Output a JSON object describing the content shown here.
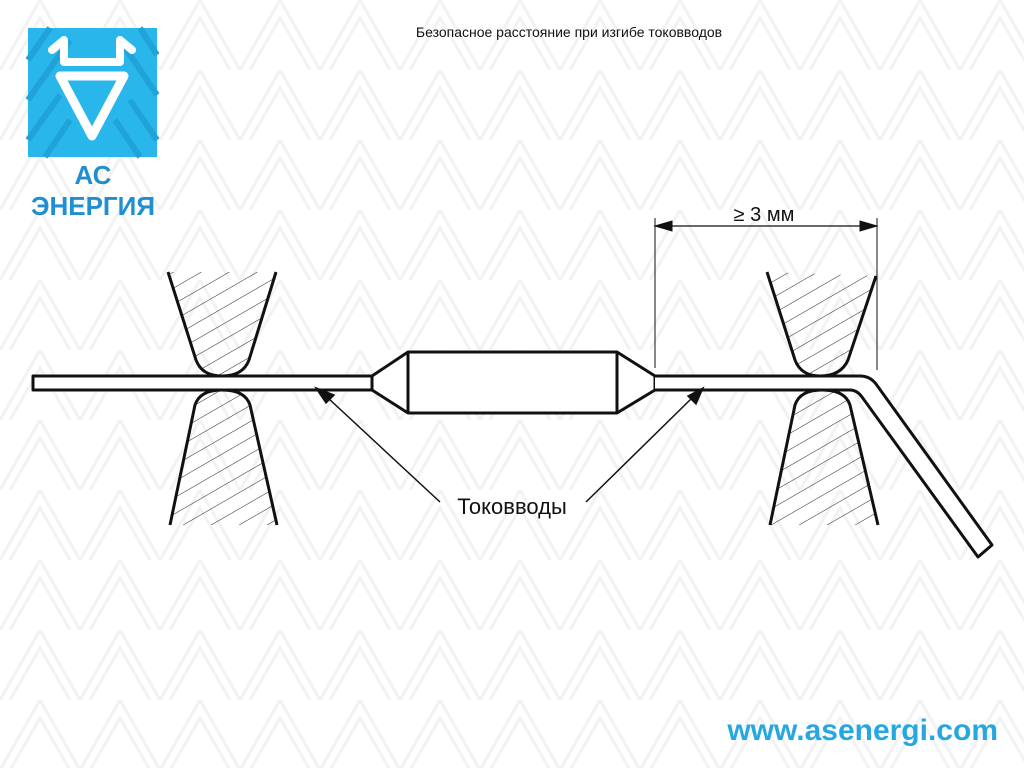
{
  "title": "Безопасное расстояние при изгибе токовводов",
  "logo": {
    "brand_text": "АС ЭНЕРГИЯ",
    "color": "#29b6ea"
  },
  "diagram": {
    "dimension_label": "≥ 3 мм",
    "leads_label": "Токовводы"
  },
  "footer": {
    "url": "www.asenergi.com",
    "color": "#27a7e0"
  }
}
